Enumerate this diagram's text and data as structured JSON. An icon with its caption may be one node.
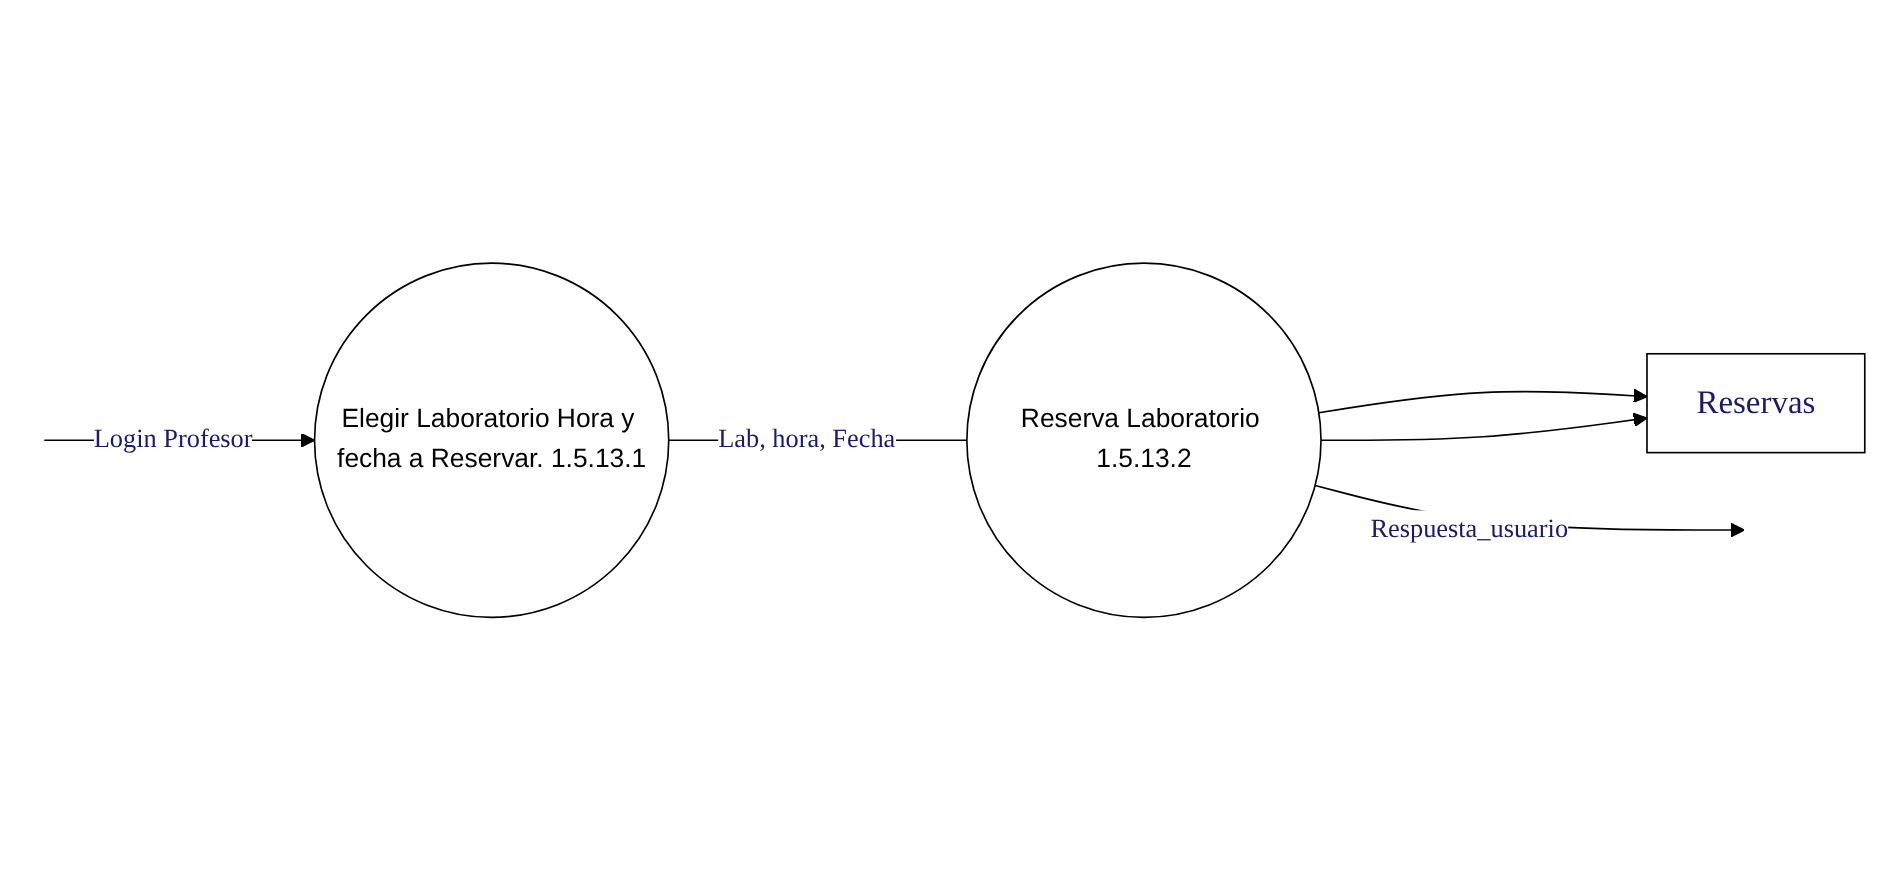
{
  "diagram": {
    "nodes": [
      {
        "text": [
          "Reservas"
        ]
      },
      {
        "text": [
          "Reserva Laboratorio 1.5.13.2"
        ]
      },
      {
        "text": [
          "Elegir Laboratorio Hora y fecha a Reservar. 1.5.13.1"
        ]
      }
    ],
    "edges": [
      {
        "from": null,
        "to": 2,
        "arrow": "to",
        "label": "Login Profesor"
      },
      {
        "from": 2,
        "to": 1,
        "arrow": "none",
        "label": "Lab, hora, Fecha"
      },
      {
        "from": 1,
        "to": 0,
        "arrow": "to"
      },
      {
        "from": 1,
        "to": 0,
        "arrow": "to"
      },
      {
        "from": 1,
        "to": null,
        "arrow": "to",
        "label": "Respuesta_usuario"
      }
    ]
  }
}
